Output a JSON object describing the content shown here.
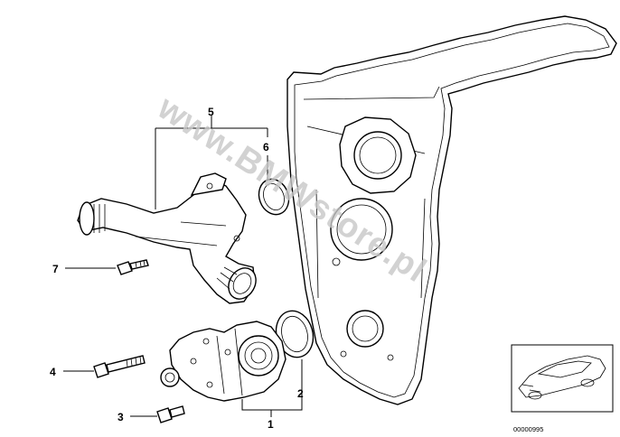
{
  "watermark": "www.BMWstore.pl",
  "callouts": {
    "c1": "1",
    "c2": "2",
    "c3": "3",
    "c4": "4",
    "c5": "5",
    "c6": "6",
    "c7": "7"
  },
  "thumbnail": {
    "ref_number": "00000995"
  }
}
